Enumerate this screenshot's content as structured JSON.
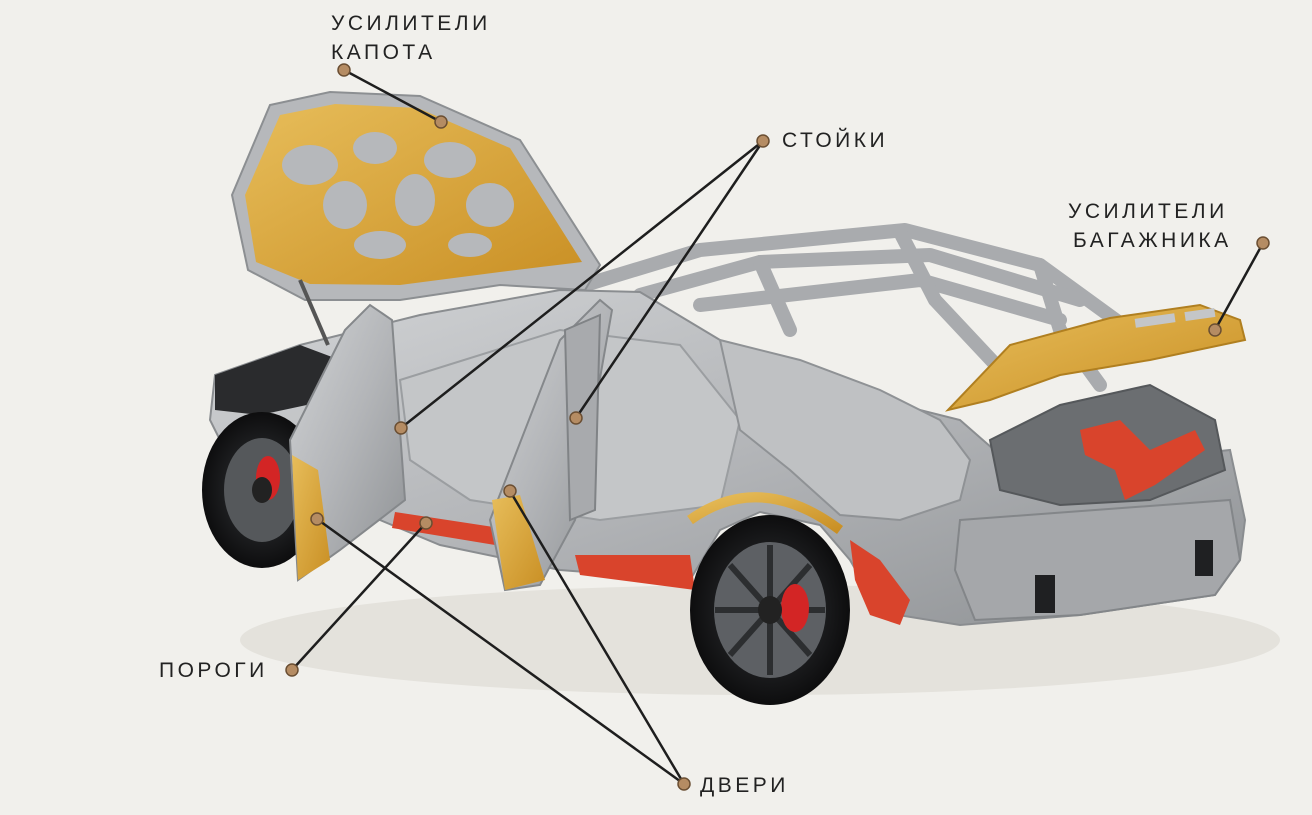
{
  "labels": {
    "hood": {
      "line1": "УСИЛИТЕЛИ",
      "line2": "КАПОТА"
    },
    "pillars": {
      "line1": "СТОЙКИ"
    },
    "trunk": {
      "line1": "УСИЛИТЕЛИ",
      "line2": "БАГАЖНИКА"
    },
    "sills": {
      "line1": "ПОРОГИ"
    },
    "doors": {
      "line1": "ДВЕРИ"
    }
  },
  "colors": {
    "background": "#f1f0ec",
    "body_steel": "#b3b5b8",
    "reinforcement_gold": "#d9a53a",
    "reinforcement_red": "#d9442c",
    "callout_line": "#1e1e1e",
    "callout_dot": "#b58c63",
    "label_text": "#222222"
  },
  "icons": {
    "callout_marker": "dot-marker-icon"
  }
}
